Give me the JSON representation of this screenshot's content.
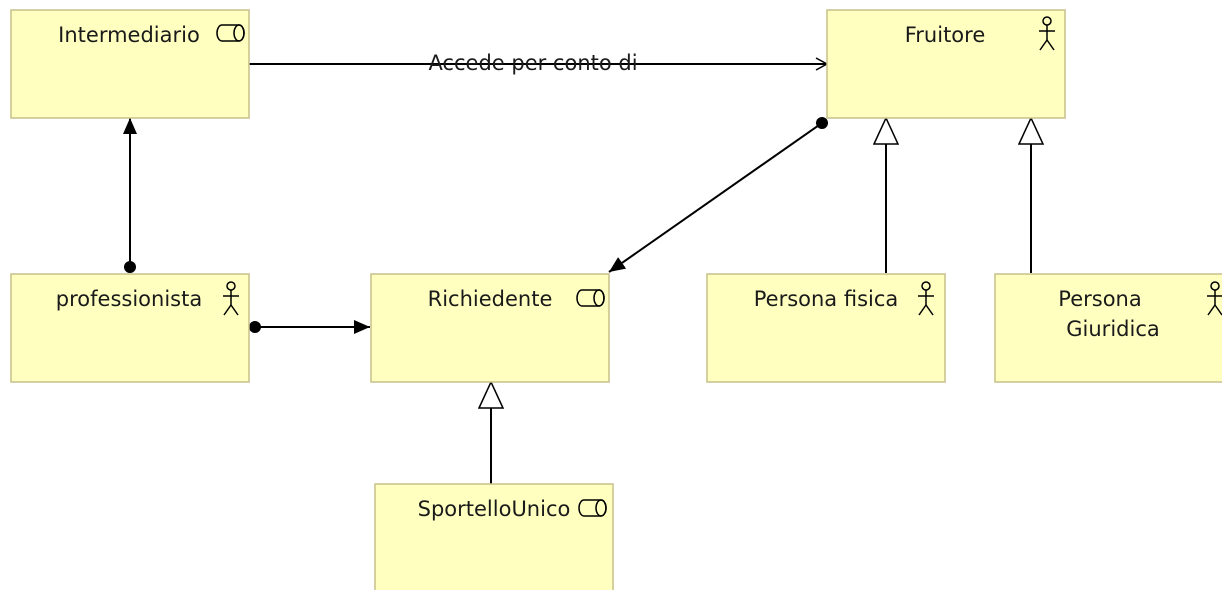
{
  "nodes": {
    "intermediario": {
      "label": "Intermediario",
      "icon": "role-icon"
    },
    "fruitore": {
      "label": "Fruitore",
      "icon": "actor-icon"
    },
    "professionista": {
      "label": "professionista",
      "icon": "actor-icon"
    },
    "richiedente": {
      "label": "Richiedente",
      "icon": "role-icon"
    },
    "persona_fisica": {
      "label": "Persona fisica",
      "icon": "actor-icon"
    },
    "persona_giuridica": {
      "label_line1": "Persona",
      "label_line2": "Giuridica",
      "icon": "actor-icon"
    },
    "sportello_unico": {
      "label": "SportelloUnico",
      "icon": "role-icon"
    }
  },
  "relations": {
    "intermediario_fruitore": {
      "label": "Accede per conto di",
      "type": "flow"
    },
    "professionista_intermediario": {
      "type": "assignment"
    },
    "professionista_richiedente": {
      "type": "assignment"
    },
    "fruitore_richiedente": {
      "type": "assignment"
    },
    "persona_fisica_fruitore": {
      "type": "specialization"
    },
    "persona_giuridica_fruitore": {
      "type": "specialization"
    },
    "sportello_unico_richiedente": {
      "type": "specialization"
    }
  },
  "colors": {
    "node_fill": "#ffffc0",
    "node_border": "#c8c08a",
    "line": "#000000"
  }
}
